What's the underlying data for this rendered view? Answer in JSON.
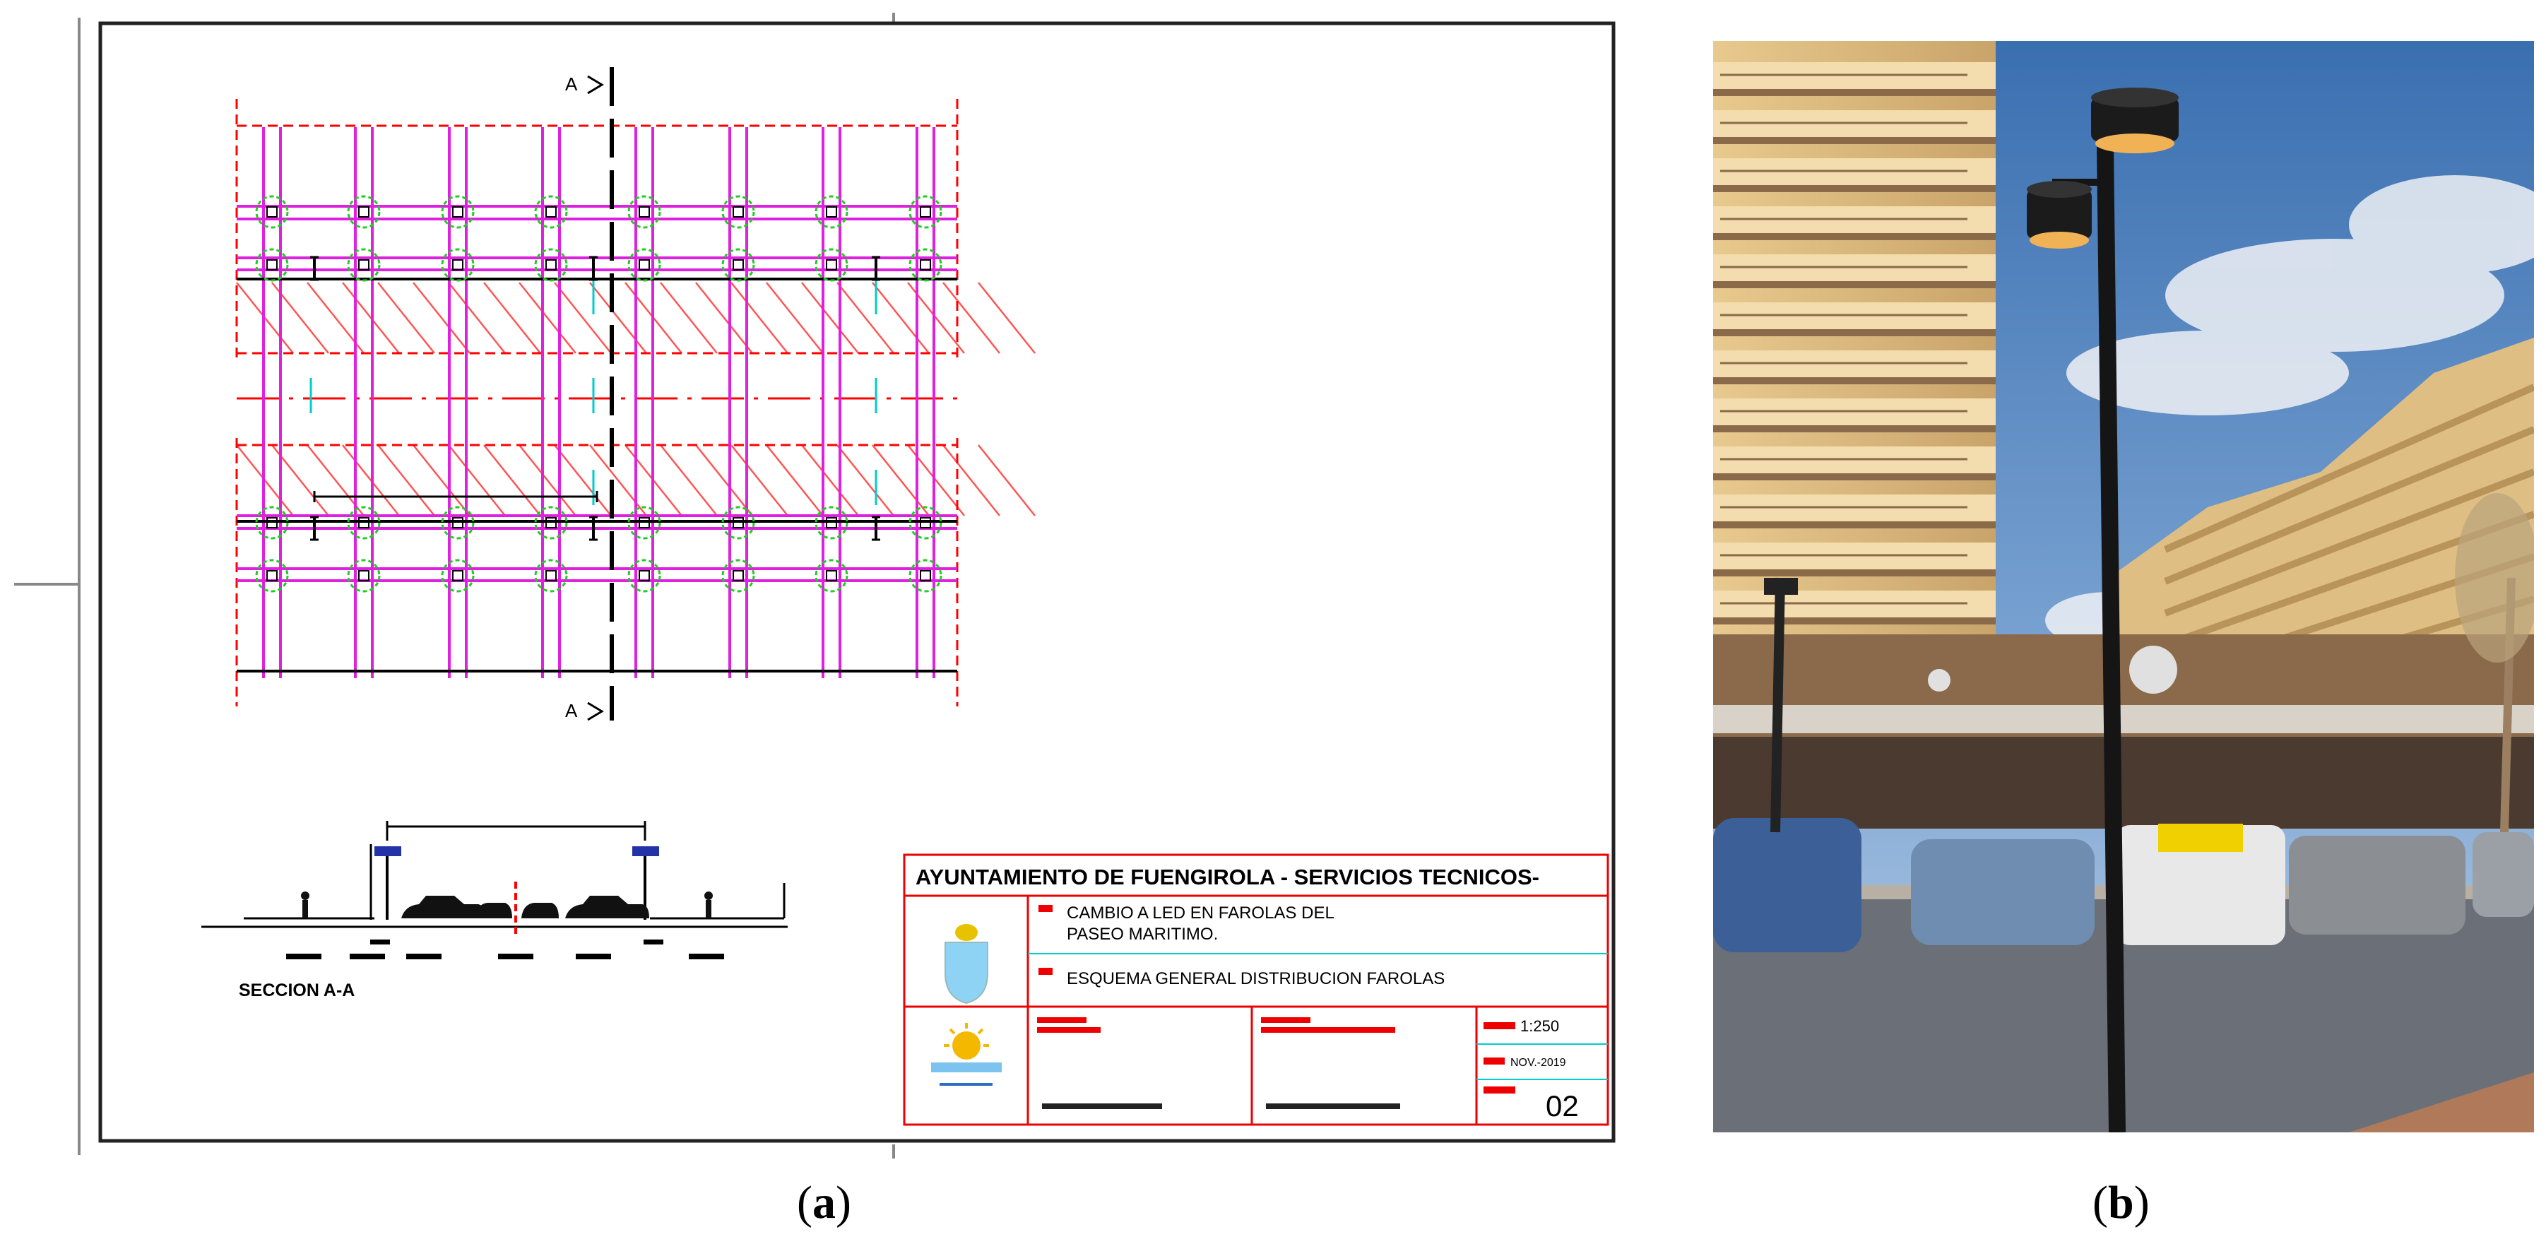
{
  "captions": {
    "a": "a",
    "b": "b"
  },
  "drawing": {
    "section_marker_top": "A",
    "section_marker_bottom": "A",
    "section_label": "SECCION A-A"
  },
  "title_block": {
    "header": "AYUNTAMIENTO DE FUENGIROLA - SERVICIOS TECNICOS-",
    "obra_line1": "CAMBIO A LED EN FAROLAS DEL",
    "obra_line2": "PASEO MARITIMO.",
    "plano": "ESQUEMA GENERAL DISTRIBUCION FAROLAS",
    "escala_value": "1:250",
    "fecha_value": "NOV.-2019",
    "plano_number": "02"
  }
}
